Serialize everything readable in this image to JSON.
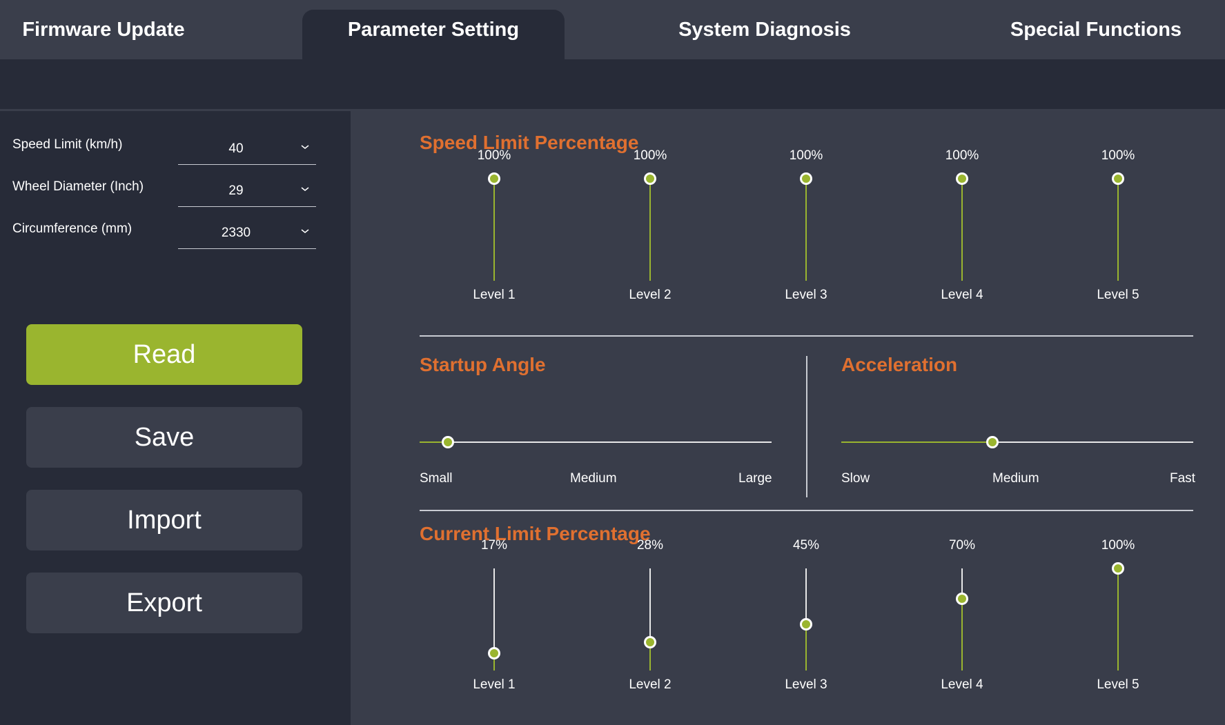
{
  "tabs": [
    {
      "label": "Firmware Update",
      "active": false
    },
    {
      "label": "Parameter Setting",
      "active": true
    },
    {
      "label": "System Diagnosis",
      "active": false
    },
    {
      "label": "Special Functions",
      "active": false
    }
  ],
  "fields": [
    {
      "label": "Speed Limit (km/h)",
      "value": "40"
    },
    {
      "label": "Wheel Diameter (Inch)",
      "value": "29"
    },
    {
      "label": "Circumference (mm)",
      "value": "2330"
    }
  ],
  "buttons": {
    "read": "Read",
    "save": "Save",
    "import": "Import",
    "export": "Export"
  },
  "speed_limit": {
    "title": "Speed Limit Percentage",
    "levels": [
      {
        "label": "Level 1",
        "pct_label": "100%",
        "value": 100
      },
      {
        "label": "Level 2",
        "pct_label": "100%",
        "value": 100
      },
      {
        "label": "Level 3",
        "pct_label": "100%",
        "value": 100
      },
      {
        "label": "Level 4",
        "pct_label": "100%",
        "value": 100
      },
      {
        "label": "Level 5",
        "pct_label": "100%",
        "value": 100
      }
    ]
  },
  "startup_angle": {
    "title": "Startup Angle",
    "labels": [
      "Small",
      "Medium",
      "Large"
    ],
    "value": 0.08
  },
  "acceleration": {
    "title": "Acceleration",
    "labels": [
      "Slow",
      "Medium",
      "Fast"
    ],
    "value": 0.43
  },
  "current_limit": {
    "title": "Current Limit Percentage",
    "levels": [
      {
        "label": "Level 1",
        "pct_label": "17%",
        "value": 17
      },
      {
        "label": "Level 2",
        "pct_label": "28%",
        "value": 28
      },
      {
        "label": "Level 3",
        "pct_label": "45%",
        "value": 45
      },
      {
        "label": "Level 4",
        "pct_label": "70%",
        "value": 70
      },
      {
        "label": "Level 5",
        "pct_label": "100%",
        "value": 100
      }
    ]
  },
  "colors": {
    "accent": "#9ab52f",
    "title": "#e07030",
    "panel": "#393d4a",
    "background": "#272b38"
  }
}
